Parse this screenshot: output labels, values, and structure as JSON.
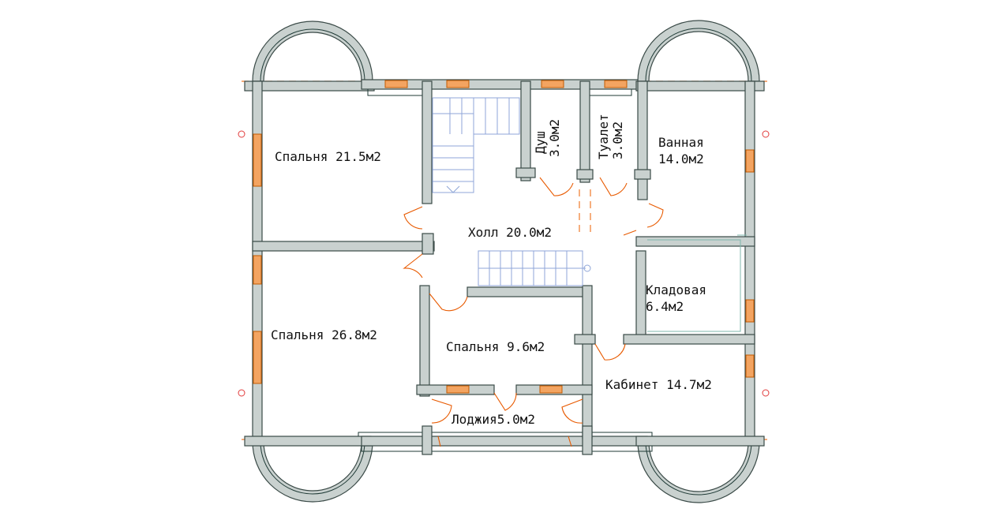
{
  "rooms": {
    "bedroom_nw": "Спальня 21.5м2",
    "bedroom_sw": "Спальня 26.8м2",
    "shower_name": "Душ",
    "shower_area": "3.0м2",
    "toilet_name": "Туалет",
    "toilet_area": "3.0м2",
    "bath_name": "Ванная",
    "bath_area": "14.0м2",
    "hall": "Холл 20.0м2",
    "pantry_name": "Кладовая",
    "pantry_area": "6.4м2",
    "bedroom_small": "Спальня 9.6м2",
    "study": "Кабинет 14.7м2",
    "loggia": "Лоджия5.0м2"
  },
  "colors": {
    "wall_fill": "#c9d1cf",
    "wall_stroke": "#3a4a47",
    "door": "#e85a00",
    "window": "#f3a461",
    "axis": "#f07a2a",
    "stair": "#8fa6d8"
  }
}
